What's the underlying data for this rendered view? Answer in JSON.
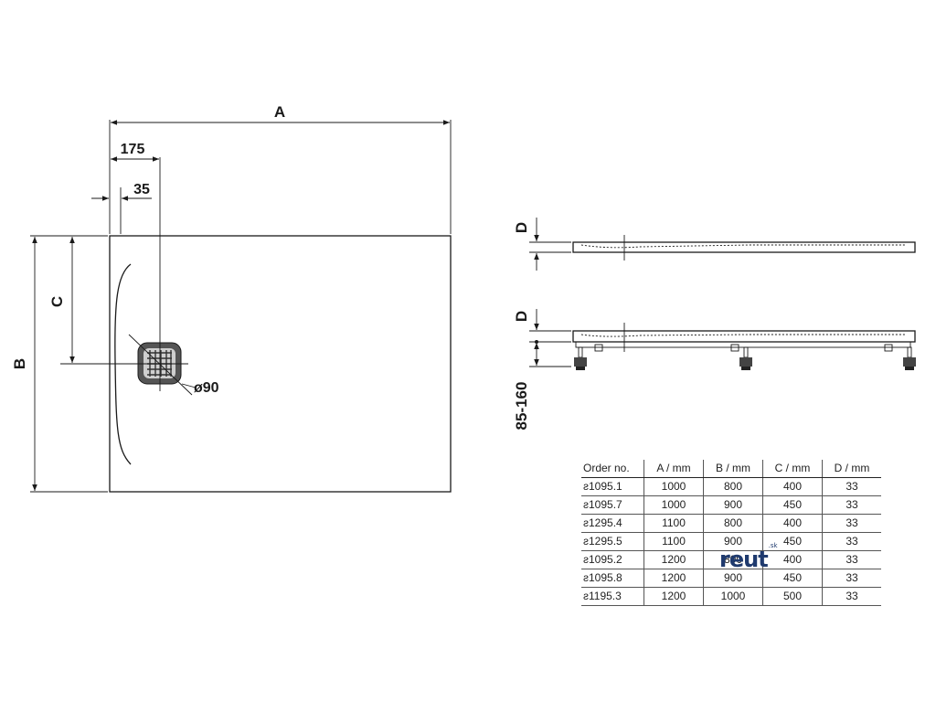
{
  "plan_view": {
    "dim_a": "A",
    "dim_b": "B",
    "dim_c": "C",
    "dim_175": "175",
    "dim_35": "35",
    "drain_dia": "ø90"
  },
  "side_views": {
    "dim_d_top": "D",
    "dim_d_bottom": "D",
    "leg_height": "85-160"
  },
  "table": {
    "headers": [
      "Order no.",
      "A / mm",
      "B / mm",
      "C / mm",
      "D / mm"
    ],
    "rows": [
      [
        "ƨ1095.1",
        "1000",
        "800",
        "400",
        "33"
      ],
      [
        "ƨ1095.7",
        "1000",
        "900",
        "450",
        "33"
      ],
      [
        "ƨ1295.4",
        "1100",
        "800",
        "400",
        "33"
      ],
      [
        "ƨ1295.5",
        "1100",
        "900",
        "450",
        "33"
      ],
      [
        "ƨ1095.2",
        "1200",
        "800",
        "400",
        "33"
      ],
      [
        "ƨ1095.8",
        "1200",
        "900",
        "450",
        "33"
      ],
      [
        "ƨ1195.3",
        "1200",
        "1000",
        "500",
        "33"
      ]
    ]
  },
  "watermark": {
    "brand": "reut",
    "tld": ".sk"
  }
}
